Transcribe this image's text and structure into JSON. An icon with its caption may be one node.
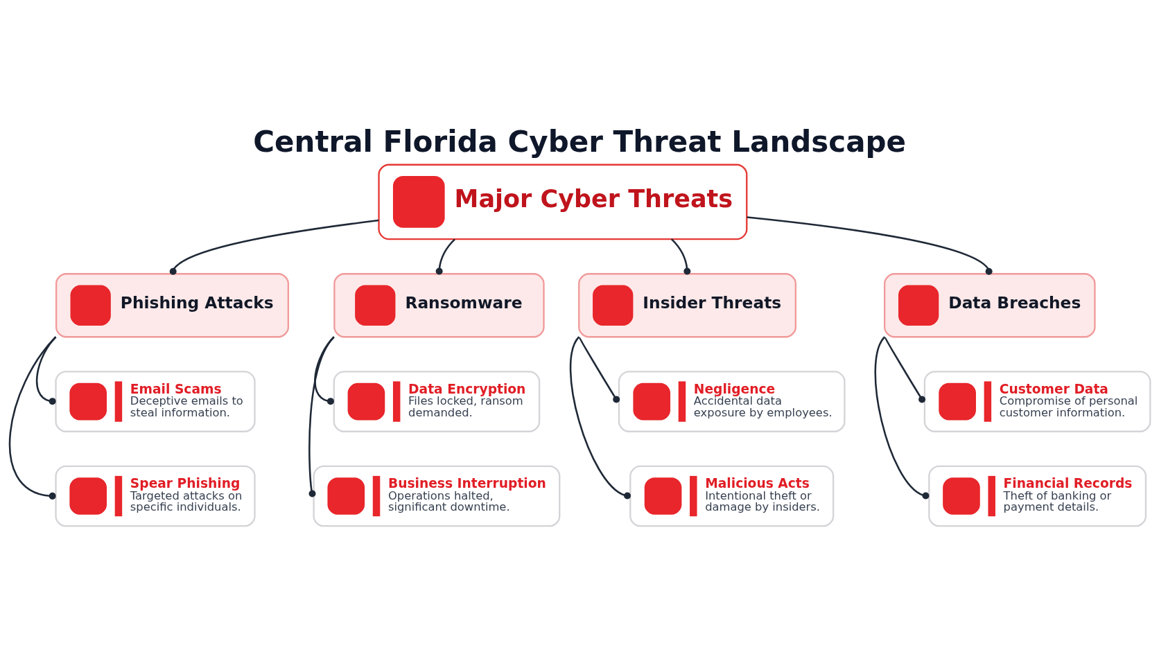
{
  "diagram": {
    "title": "Central Florida Cyber Threat Landscape",
    "nodes": [
      {
        "text": [
          "Major Cyber Threats"
        ]
      },
      {
        "text": [
          "Phishing Attacks"
        ]
      },
      {
        "text": [
          "Ransomware"
        ]
      },
      {
        "text": [
          "Insider Threats"
        ]
      },
      {
        "text": [
          "Data Breaches"
        ]
      },
      {
        "text": [
          "Email Scams",
          "Deceptive emails to steal information."
        ]
      },
      {
        "text": [
          "Data Encryption",
          "Files locked, ransom demanded."
        ]
      },
      {
        "text": [
          "Negligence",
          "Accidental data exposure by employees."
        ]
      },
      {
        "text": [
          "Customer Data",
          "Compromise of personal customer information."
        ]
      },
      {
        "text": [
          "Spear Phishing",
          "Targeted attacks on specific individuals."
        ]
      },
      {
        "text": [
          "Business Interruption",
          "Operations halted, significant downtime."
        ]
      },
      {
        "text": [
          "Malicious Acts",
          "Intentional theft or damage by insiders."
        ]
      },
      {
        "text": [
          "Financial Records",
          "Theft of banking or payment details."
        ]
      }
    ],
    "edges": [
      {
        "from": 0,
        "to": 1,
        "arrow": "other"
      },
      {
        "from": 0,
        "to": 2,
        "arrow": "other"
      },
      {
        "from": 0,
        "to": 3,
        "arrow": "other"
      },
      {
        "from": 0,
        "to": 4,
        "arrow": "other"
      },
      {
        "from": 1,
        "to": 5,
        "arrow": "other"
      },
      {
        "from": 1,
        "to": 9,
        "arrow": "other"
      },
      {
        "from": 2,
        "to": 6,
        "arrow": "other"
      },
      {
        "from": 2,
        "to": 10,
        "arrow": "other"
      },
      {
        "from": 3,
        "to": 7,
        "arrow": "other"
      },
      {
        "from": 3,
        "to": 11,
        "arrow": "other"
      },
      {
        "from": 4,
        "to": 8,
        "arrow": "other"
      },
      {
        "from": 4,
        "to": 12,
        "arrow": "other"
      }
    ]
  }
}
